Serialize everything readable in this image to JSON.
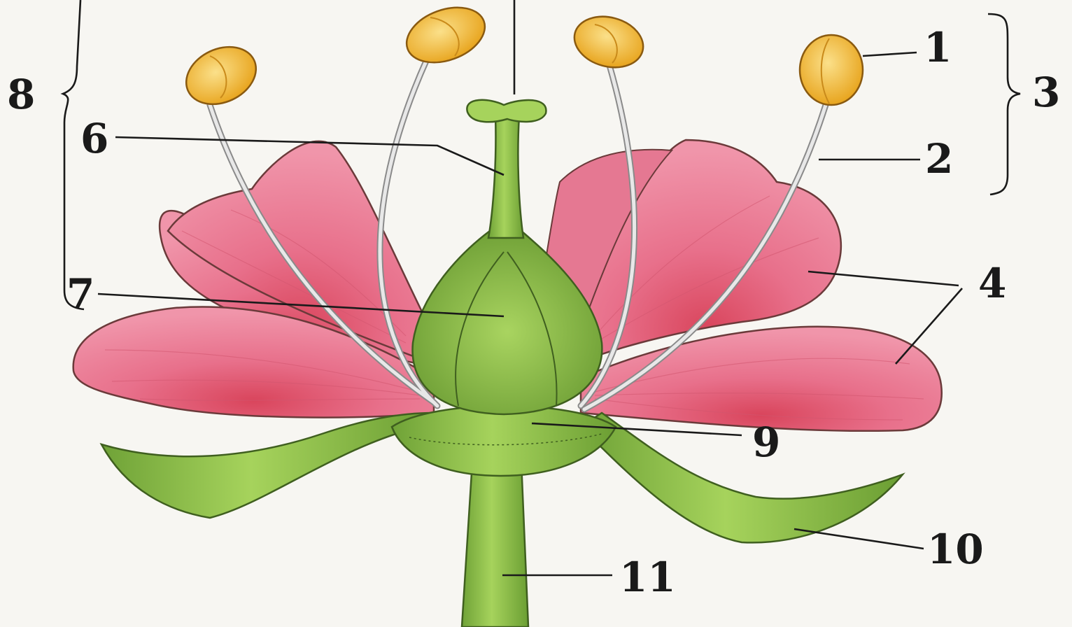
{
  "labels": {
    "l1": "1",
    "l2": "2",
    "l3": "3",
    "l4": "4",
    "l6": "6",
    "l7": "7",
    "l8": "8",
    "l9": "9",
    "l10": "10",
    "l11": "11"
  },
  "colors": {
    "petal": "#ea7e98",
    "petal_dark": "#d4566f",
    "petal_outline": "#6b3a3a",
    "green": "#8fc24a",
    "green_dark": "#5e8c2c",
    "anther": "#f1b82c",
    "anther_light": "#f8d86a",
    "filament": "#c9c9c9"
  }
}
